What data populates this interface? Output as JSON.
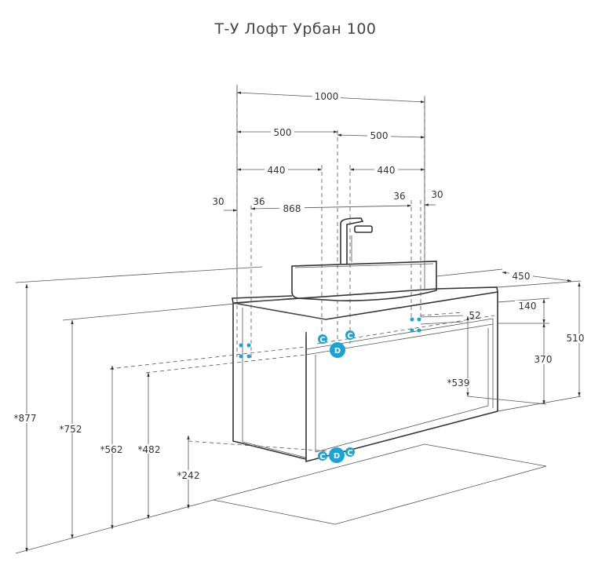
{
  "title": "Т-У Лофт Урбан 100",
  "dimensions": {
    "width_total": "1000",
    "half_left": "500",
    "half_right": "500",
    "inner_left": "440",
    "inner_right": "440",
    "side_left": "30",
    "offset_left": "36",
    "inner_width": "868",
    "offset_right": "36",
    "side_right": "30",
    "depth": "450",
    "top_140": "140",
    "drawer_52": "52",
    "height_370": "370",
    "height_510": "510",
    "height_539": "*539",
    "height_877": "*877",
    "height_752": "*752",
    "height_562": "*562",
    "height_482": "*482",
    "height_242": "*242"
  },
  "connectors": {
    "cold": "C",
    "drain": "D"
  },
  "colors": {
    "connector": "#1aa3d6",
    "line": "#333333"
  }
}
